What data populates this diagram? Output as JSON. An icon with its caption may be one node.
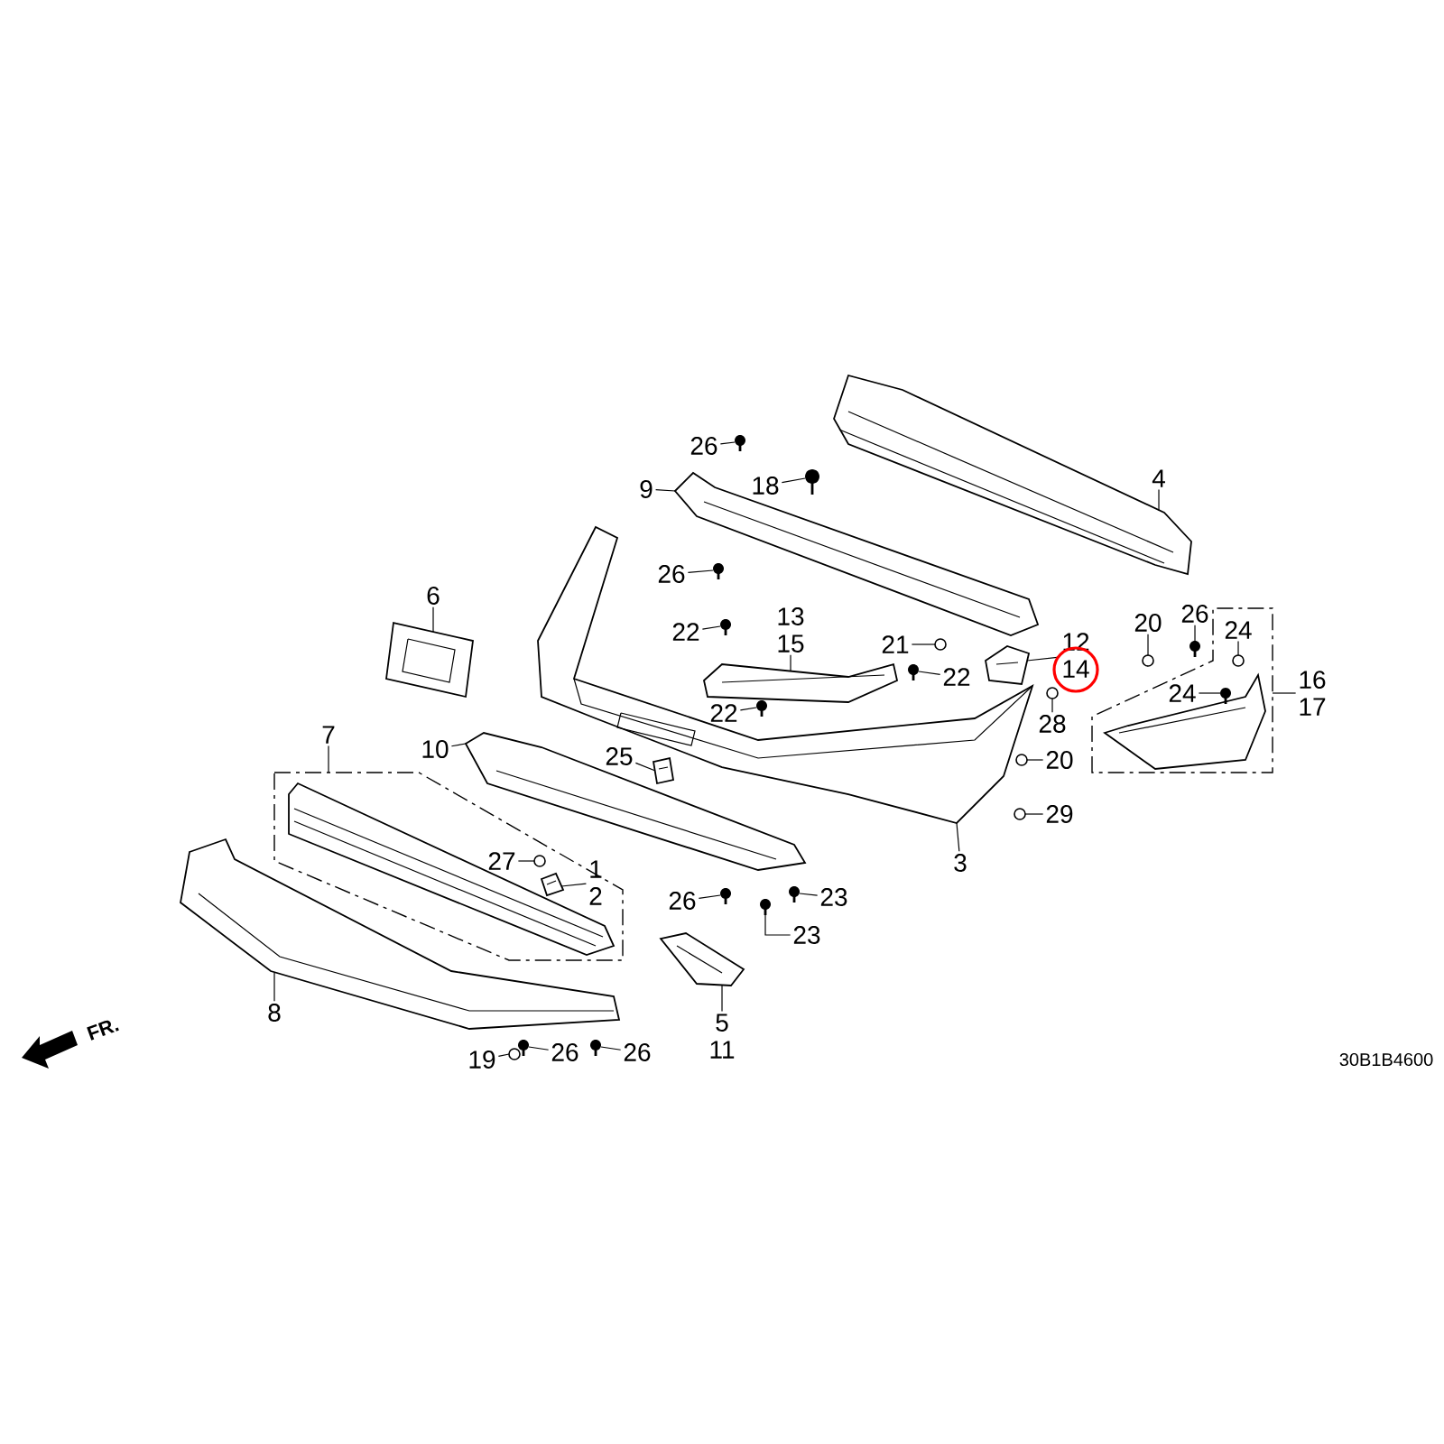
{
  "diagram": {
    "nodes": [
      {
        "text": [
          "26"
        ]
      },
      {
        "text": [
          "9"
        ]
      },
      {
        "text": [
          "18"
        ]
      },
      {
        "text": [
          "4"
        ]
      },
      {
        "text": [
          "26"
        ]
      },
      {
        "text": [
          "6"
        ]
      },
      {
        "text": [
          "13",
          "15"
        ]
      },
      {
        "text": [
          "22"
        ]
      },
      {
        "text": [
          "21"
        ]
      },
      {
        "text": [
          "12",
          "14"
        ]
      },
      {
        "text": [
          "20"
        ]
      },
      {
        "text": [
          "26"
        ]
      },
      {
        "text": [],
        "shape": "box"
      },
      {
        "text": [
          "24"
        ],
        "in": 12
      },
      {
        "text": [
          "22"
        ]
      },
      {
        "text": [
          "24"
        ],
        "in": 12
      },
      {
        "text": [
          "16",
          "17"
        ]
      },
      {
        "text": [
          "28"
        ]
      },
      {
        "text": [
          "22"
        ]
      },
      {
        "text": [
          "7"
        ]
      },
      {
        "text": [],
        "shape": "box"
      },
      {
        "text": [
          "10"
        ]
      },
      {
        "text": [
          "20"
        ]
      },
      {
        "text": [
          "25"
        ]
      },
      {
        "text": [
          "29"
        ]
      },
      {
        "text": [
          "3"
        ]
      },
      {
        "text": [
          "27"
        ],
        "in": 20
      },
      {
        "text": [
          "1",
          "2"
        ],
        "in": 20
      },
      {
        "text": [
          "26"
        ]
      },
      {
        "text": [
          "23"
        ]
      },
      {
        "text": [
          "23"
        ]
      },
      {
        "text": [
          "8"
        ]
      },
      {
        "text": [
          "5",
          "11"
        ]
      },
      {
        "text": [
          "19"
        ]
      },
      {
        "text": [
          "26"
        ]
      },
      {
        "text": [
          "26"
        ]
      },
      {
        "text": [],
        "shape": "picture"
      },
      {
        "text": [],
        "shape": "picture"
      },
      {
        "text": [],
        "shape": "picture"
      },
      {
        "text": [],
        "shape": "picture"
      },
      {
        "text": [],
        "shape": "picture"
      },
      {
        "text": [],
        "shape": "picture"
      },
      {
        "text": [],
        "shape": "picture"
      },
      {
        "text": [],
        "shape": "picture"
      },
      {
        "text": [],
        "shape": "picture",
        "in": 20
      },
      {
        "text": [],
        "shape": "picture",
        "in": 20
      },
      {
        "text": [],
        "shape": "picture"
      },
      {
        "text": [],
        "shape": "picture"
      },
      {
        "text": [],
        "shape": "picture",
        "in": 12
      },
      {
        "text": [],
        "shape": "picture"
      },
      {
        "text": [],
        "shape": "picture"
      },
      {
        "text": [],
        "shape": "picture"
      },
      {
        "text": [],
        "shape": "picture"
      },
      {
        "text": [],
        "shape": "picture"
      },
      {
        "text": [],
        "shape": "picture"
      },
      {
        "text": [],
        "shape": "picture"
      },
      {
        "text": [],
        "shape": "picture",
        "in": 12
      },
      {
        "text": [],
        "shape": "picture"
      },
      {
        "text": [],
        "shape": "picture",
        "in": 12
      },
      {
        "text": [],
        "shape": "picture"
      },
      {
        "text": [],
        "shape": "picture"
      },
      {
        "text": [],
        "shape": "picture"
      },
      {
        "text": [],
        "shape": "picture"
      },
      {
        "text": [],
        "shape": "picture",
        "in": 20
      },
      {
        "text": [],
        "shape": "picture"
      },
      {
        "text": [],
        "shape": "picture"
      },
      {
        "text": [],
        "shape": "picture"
      },
      {
        "text": [],
        "shape": "picture"
      },
      {
        "text": [],
        "shape": "picture"
      },
      {
        "text": [],
        "shape": "picture"
      }
    ],
    "edges": [
      {
        "from": 0,
        "to": 49,
        "arrow": "none"
      },
      {
        "from": 1,
        "to": 37,
        "arrow": "none"
      },
      {
        "from": 2,
        "to": 50,
        "arrow": "none"
      },
      {
        "from": 3,
        "to": 36,
        "arrow": "none"
      },
      {
        "from": 4,
        "to": 51,
        "arrow": "none"
      },
      {
        "from": 5,
        "to": 38,
        "arrow": "none"
      },
      {
        "from": 6,
        "to": 39,
        "arrow": "none"
      },
      {
        "from": 7,
        "to": 52,
        "arrow": "none"
      },
      {
        "from": 8,
        "to": 53,
        "arrow": "none"
      },
      {
        "from": 9,
        "to": 40,
        "arrow": "none"
      },
      {
        "from": 10,
        "to": 54,
        "arrow": "none"
      },
      {
        "from": 11,
        "to": 55,
        "arrow": "none"
      },
      {
        "from": 13,
        "to": 56,
        "arrow": "none"
      },
      {
        "from": 14,
        "to": 57,
        "arrow": "none"
      },
      {
        "from": 15,
        "to": 58,
        "arrow": "none"
      },
      {
        "from": 16,
        "to": 12,
        "arrow": "none"
      },
      {
        "from": 17,
        "to": 59,
        "arrow": "none"
      },
      {
        "from": 18,
        "to": 60,
        "arrow": "none"
      },
      {
        "from": 19,
        "to": 20,
        "arrow": "none"
      },
      {
        "from": 21,
        "to": 42,
        "arrow": "none"
      },
      {
        "from": 22,
        "to": 61,
        "arrow": "none"
      },
      {
        "from": 23,
        "to": 43,
        "arrow": "none"
      },
      {
        "from": 24,
        "to": 62,
        "arrow": "none"
      },
      {
        "from": 25,
        "to": 41,
        "arrow": "none"
      },
      {
        "from": 26,
        "to": 63,
        "arrow": "none"
      },
      {
        "from": 27,
        "to": 45,
        "arrow": "none"
      },
      {
        "from": 28,
        "to": 64,
        "arrow": "none"
      },
      {
        "from": 29,
        "to": 65,
        "arrow": "none"
      },
      {
        "from": 30,
        "to": 66,
        "arrow": "none"
      },
      {
        "from": 31,
        "to": 46,
        "arrow": "none"
      },
      {
        "from": 32,
        "to": 47,
        "arrow": "none"
      },
      {
        "from": 33,
        "to": 67,
        "arrow": "none"
      },
      {
        "from": 34,
        "to": 68,
        "arrow": "none"
      },
      {
        "from": 35,
        "to": 69,
        "arrow": "none"
      }
    ],
    "labels": [
      "FR.",
      "30B1B4600"
    ]
  }
}
